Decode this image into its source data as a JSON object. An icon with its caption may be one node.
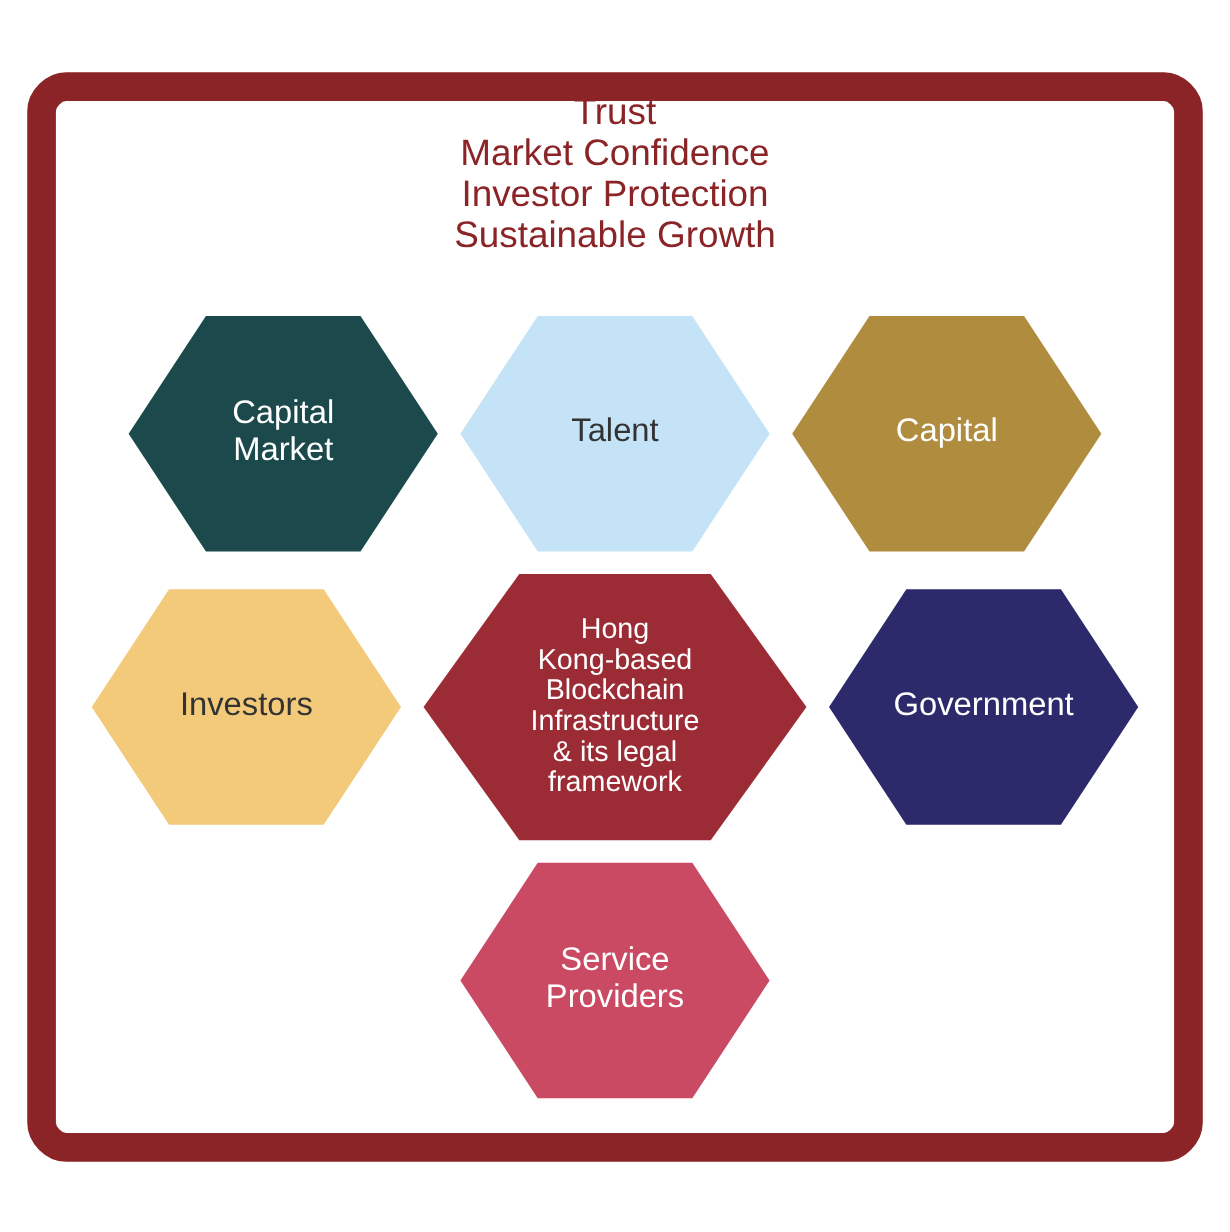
{
  "diagram": {
    "nodes": [
      {
        "text": [
          "Trust",
          "Market Confidence",
          "Investor Protection",
          "Sustainable Growth"
        ]
      },
      {
        "text": [
          "Talent"
        ],
        "in": 0
      },
      {
        "text": [
          "Capital Market"
        ],
        "in": 0
      },
      {
        "text": [
          "Capital"
        ],
        "in": 0
      },
      {
        "text": [
          "Hong Kong-based Blockchain Infrastructure & its legal framework"
        ],
        "in": 0
      },
      {
        "text": [
          "Investors"
        ],
        "in": 0
      },
      {
        "text": [
          "Government"
        ],
        "in": 0
      },
      {
        "text": [
          "Service Providers"
        ],
        "in": 0
      }
    ],
    "edges": []
  }
}
